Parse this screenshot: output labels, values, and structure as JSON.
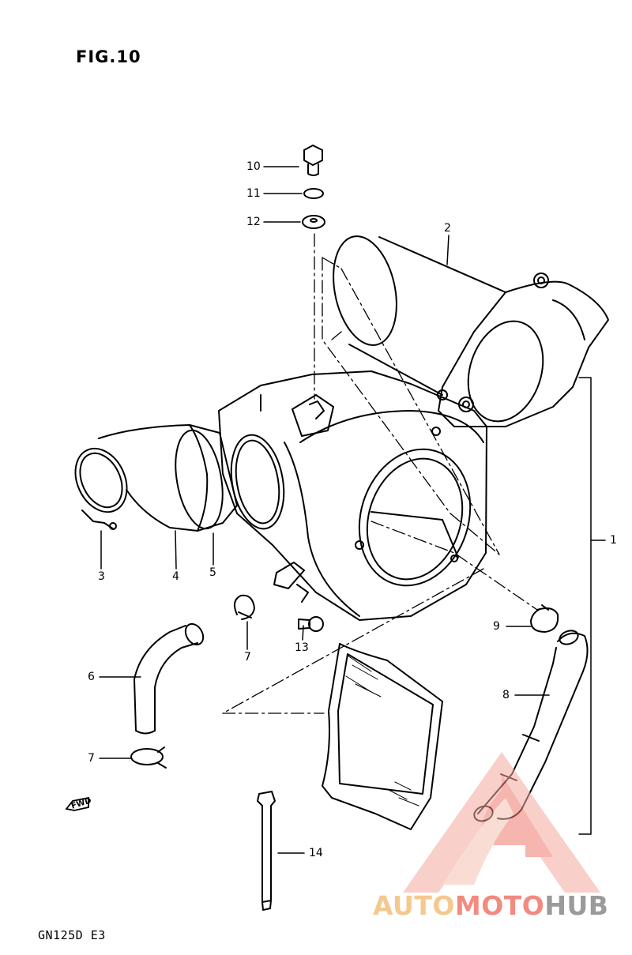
{
  "figure": {
    "title": "FIG.10",
    "model_code": "GN125D  E3"
  },
  "callouts": [
    {
      "id": "10",
      "label": "10"
    },
    {
      "id": "11",
      "label": "11"
    },
    {
      "id": "12",
      "label": "12"
    },
    {
      "id": "2",
      "label": "2"
    },
    {
      "id": "1",
      "label": "1"
    },
    {
      "id": "3",
      "label": "3"
    },
    {
      "id": "4",
      "label": "4"
    },
    {
      "id": "5",
      "label": "5"
    },
    {
      "id": "7a",
      "label": "7"
    },
    {
      "id": "13",
      "label": "13"
    },
    {
      "id": "9",
      "label": "9"
    },
    {
      "id": "6",
      "label": "6"
    },
    {
      "id": "8",
      "label": "8"
    },
    {
      "id": "7b",
      "label": "7"
    },
    {
      "id": "14",
      "label": "14"
    }
  ],
  "direction_mark": "FWD",
  "watermark": {
    "part1": "AUTO",
    "part2": "MOTO",
    "part3": "HUB"
  }
}
